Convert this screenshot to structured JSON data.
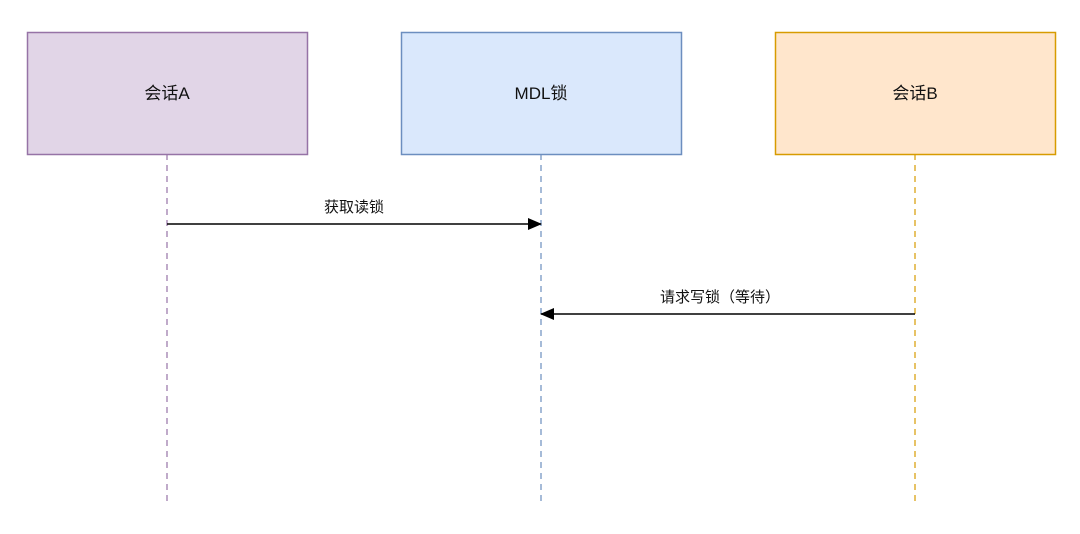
{
  "diagram": {
    "type": "sequence",
    "actors": [
      {
        "id": "A",
        "label": "会话A",
        "fill": "#e1d5e7",
        "stroke": "#9673a6"
      },
      {
        "id": "MDL",
        "label": "MDL锁",
        "fill": "#dae8fc",
        "stroke": "#6c8ebf"
      },
      {
        "id": "B",
        "label": "会话B",
        "fill": "#ffe6cc",
        "stroke": "#d79b00"
      }
    ],
    "messages": [
      {
        "from": "A",
        "to": "MDL",
        "label": "获取读锁"
      },
      {
        "from": "B",
        "to": "MDL",
        "label": "请求写锁（等待）"
      }
    ],
    "arrow_color": "#000000"
  }
}
